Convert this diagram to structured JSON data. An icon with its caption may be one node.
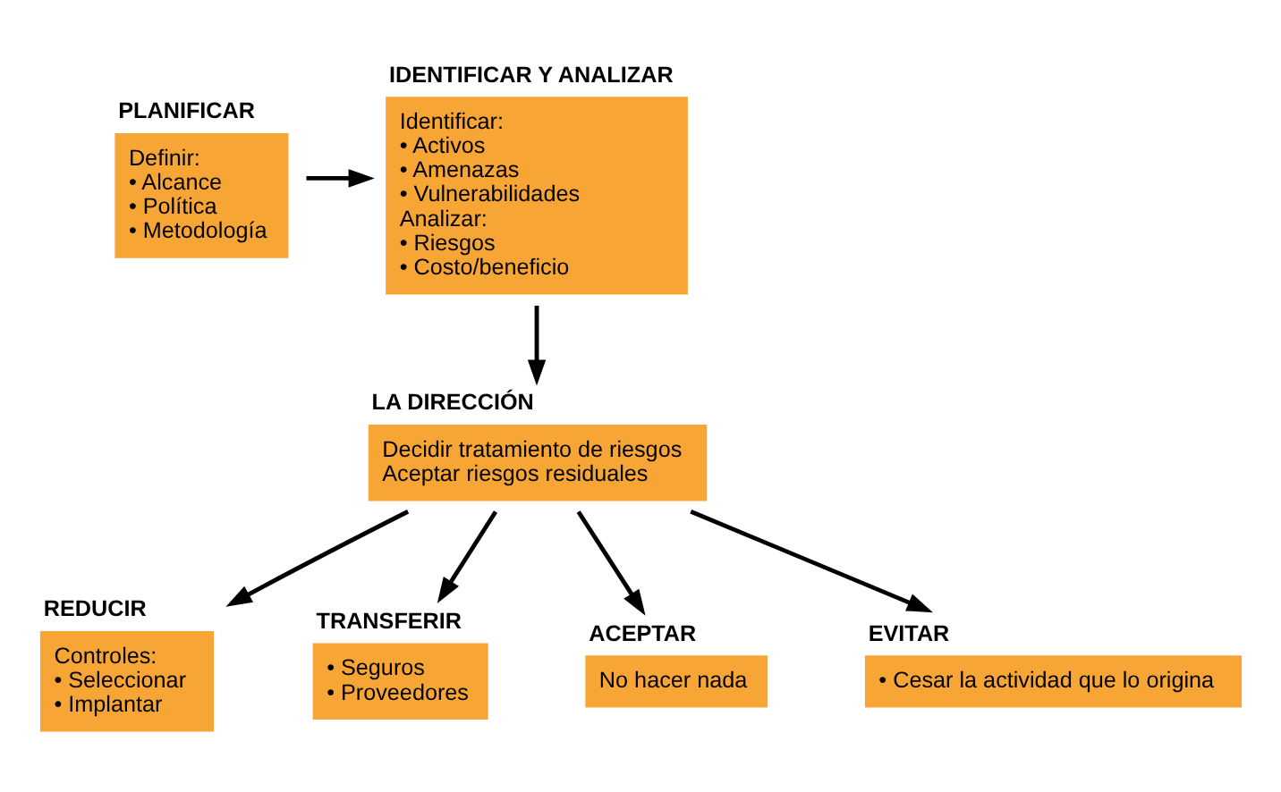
{
  "diagram": {
    "nodes": [
      {
        "text": [
          "PLANIFICAR",
          "Definir:",
          "• Alcance",
          "• Política",
          "• Metodología"
        ]
      },
      {
        "text": [
          "IDENTIFICAR Y ANALIZAR",
          "Identificar:",
          "• Activos",
          "• Amenazas",
          "• Vulnerabilidades",
          "Analizar:",
          "• Riesgos",
          "• Costo/beneficio"
        ]
      },
      {
        "text": [
          "LA DIRECCIÓN",
          "Decidir tratamiento de riesgos",
          "Aceptar riesgos residuales"
        ]
      },
      {
        "text": [
          "REDUCIR",
          "Controles:",
          "• Seleccionar",
          "• Implantar"
        ]
      },
      {
        "text": [
          "TRANSFERIR",
          "• Seguros",
          "• Proveedores"
        ]
      },
      {
        "text": [
          "ACEPTAR",
          "No hacer nada"
        ]
      },
      {
        "text": [
          "EVITAR",
          "• Cesar la actividad que lo origina"
        ]
      }
    ],
    "edges": [
      {
        "from": 0,
        "to": 1,
        "arrow": "to"
      },
      {
        "from": 1,
        "to": 2,
        "arrow": "to"
      },
      {
        "from": 2,
        "to": 3,
        "arrow": "to"
      },
      {
        "from": 2,
        "to": 4,
        "arrow": "to"
      },
      {
        "from": 2,
        "to": 5,
        "arrow": "to"
      },
      {
        "from": 2,
        "to": 6,
        "arrow": "to"
      }
    ]
  }
}
